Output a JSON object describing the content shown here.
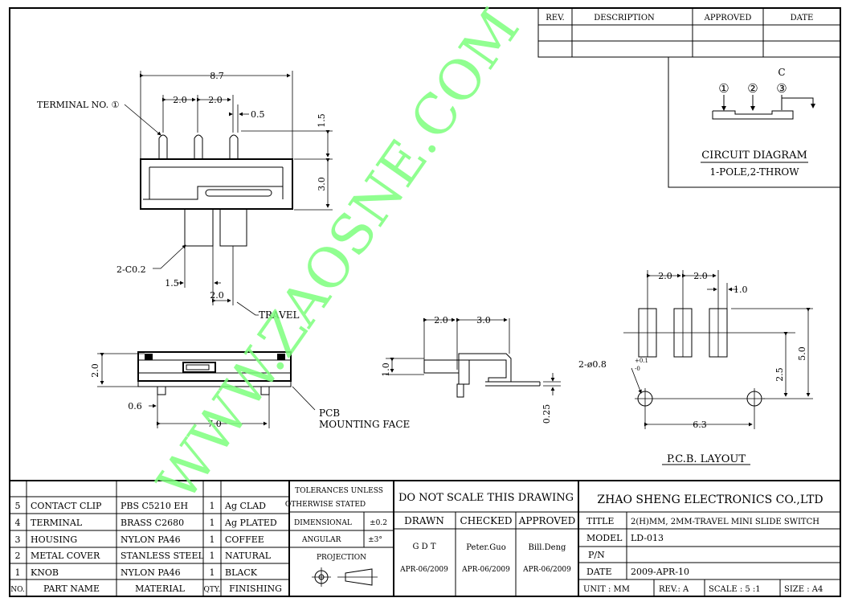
{
  "revision_table": {
    "headers": [
      "REV.",
      "DESCRIPTION",
      "APPROVED",
      "DATE"
    ]
  },
  "circuit": {
    "terminal_1": "①",
    "terminal_2": "②",
    "terminal_3": "③",
    "common_label": "C",
    "title": "CIRCUIT  DIAGRAM",
    "subtitle": "1-POLE,2-THROW"
  },
  "front_view": {
    "terminal_label": "TERMINAL  NO. ①",
    "dim_total": "8.7",
    "dim_pitch_1": "2.0",
    "dim_pitch_2": "2.0",
    "dim_pin": "0.5",
    "dim_pin_height": "1.5",
    "dim_body_height": "3.0",
    "dim_chamfer": "2-C0.2",
    "dim_knob": "1.5",
    "dim_travel": "2.0",
    "travel_label": "TRAVEL"
  },
  "bottom_view": {
    "dim_height": "2.0",
    "dim_offset": "0.6",
    "dim_width": "7.0",
    "pcb_label": "PCB",
    "mounting_label": "MOUNTING  FACE"
  },
  "side_view": {
    "dim_a": "2.0",
    "dim_b": "3.0",
    "dim_c": "1.0",
    "dim_d": "0.25"
  },
  "pcb_layout": {
    "dim_pitch_1": "2.0",
    "dim_pitch_2": "2.0",
    "dim_pad": "1.0",
    "dim_hole": "2-ø0.8",
    "tol_plus": "+0.1",
    "tol_minus": "-0",
    "dim_height": "5.0",
    "dim_row": "2.5",
    "dim_span": "6.3",
    "title": "P.C.B.  LAYOUT"
  },
  "bom": {
    "rows": [
      {
        "no": "5",
        "part": "CONTACT  CLIP",
        "material": "PBS  C5210  EH",
        "qty": "1",
        "finish": "Ag  CLAD"
      },
      {
        "no": "4",
        "part": "TERMINAL",
        "material": "BRASS  C2680",
        "qty": "1",
        "finish": "Ag  PLATED"
      },
      {
        "no": "3",
        "part": "HOUSING",
        "material": "NYLON  PA46",
        "qty": "1",
        "finish": "COFFEE"
      },
      {
        "no": "2",
        "part": "METAL  COVER",
        "material": "STANLESS  STEEL",
        "qty": "1",
        "finish": "NATURAL"
      },
      {
        "no": "1",
        "part": "KNOB",
        "material": "NYLON  PA46",
        "qty": "1",
        "finish": "BLACK"
      }
    ],
    "headers": {
      "no": "NO.",
      "part": "PART  NAME",
      "material": "MATERIAL",
      "qty": "QTY.",
      "finish": "FINISHING"
    }
  },
  "tolerances": {
    "title_1": "TOLERANCES  UNLESS",
    "title_2": "OTHERWISE  STATED",
    "dimensional": "DIMENSIONAL",
    "dimensional_val": "±0.2",
    "angular": "ANGULAR",
    "angular_val": "±3°",
    "projection": "PROJECTION"
  },
  "signoff": {
    "note": "DO  NOT  SCALE  THIS  DRAWING",
    "drawn": "DRAWN",
    "checked": "CHECKED",
    "approved": "APPROVED",
    "drawn_by": "G  D  T",
    "checked_by": "Peter.Guo",
    "approved_by": "Bill.Deng",
    "drawn_date": "APR-06/2009",
    "checked_date": "APR-06/2009",
    "approved_date": "APR-06/2009"
  },
  "title_block": {
    "company": "ZHAO  SHENG  ELECTRONICS  CO.,LTD",
    "title_label": "TITLE",
    "title_value": "2(H)MM, 2MM-TRAVEL MINI SLIDE SWITCH",
    "model_label": "MODEL",
    "model_value": "LD-013",
    "pn_label": "P/N",
    "date_label": "DATE",
    "date_value": "2009-APR-10",
    "unit": "UNIT : MM",
    "rev": "REV.: A",
    "scale": "SCALE : 5 :1",
    "size": "SIZE : A4"
  },
  "watermark": "WWW.ZAOSNE.COM"
}
